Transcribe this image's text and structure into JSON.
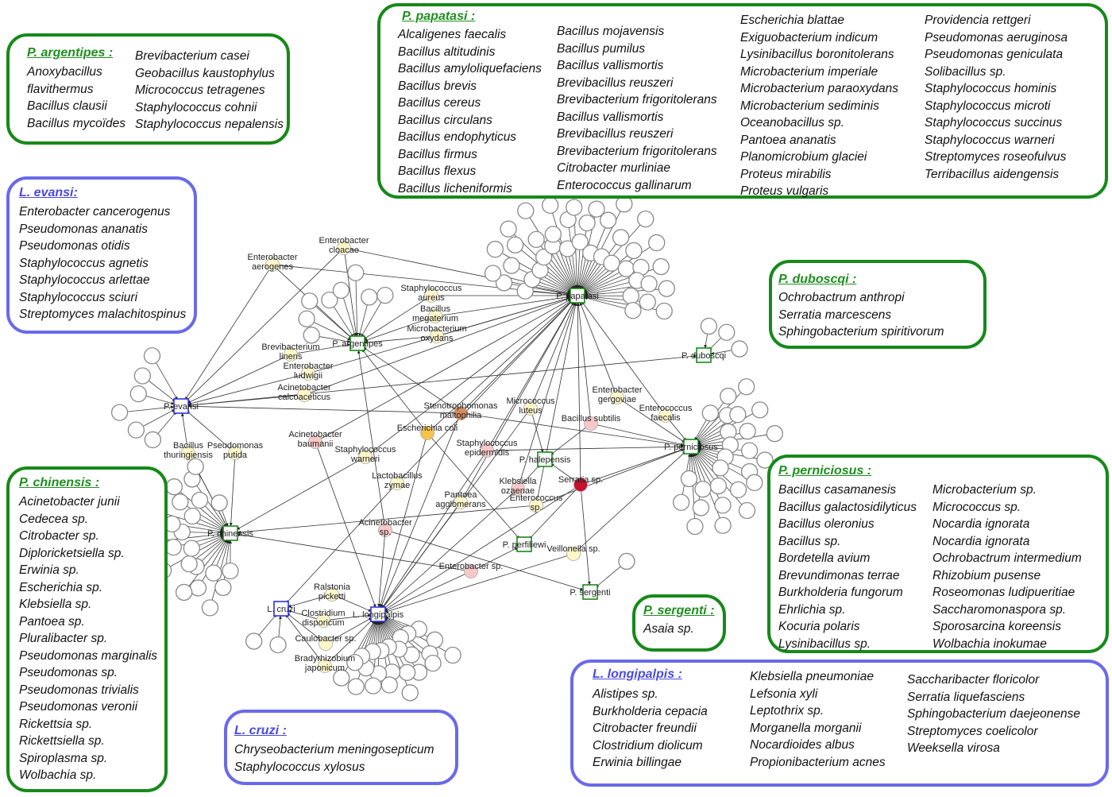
{
  "boxes": [
    {
      "id": "argentipes",
      "title": "P. argentipes :",
      "color": "#17891a",
      "columns": [
        [
          "Anoxybacillus",
          "flavithermus",
          "Bacillus clausii",
          "Bacillus mycoïdes"
        ],
        [
          "Brevibacterium casei",
          "Geobacillus kaustophylus",
          "Micrococcus tetragenes",
          "Staphylococcus cohnii",
          "Staphylococcus nepalensis"
        ]
      ]
    },
    {
      "id": "papatasi",
      "title": "P. papatasi :",
      "color": "#17891a",
      "columns": [
        [
          "Alcaligenes faecalis",
          "Bacillus altitudinis",
          "Bacillus amyloliquefaciens",
          "Bacillus brevis",
          "Bacillus cereus",
          "Bacillus circulans",
          "Bacillus endophyticus",
          "Bacillus firmus",
          "Bacillus flexus",
          "Bacillus licheniformis"
        ],
        [
          "Bacillus mojavensis",
          "Bacillus pumilus",
          "Bacillus vallismortis",
          "Brevibacillus reuszeri",
          "Brevibacterium frigoritolerans",
          "Bacillus vallismortis",
          "Brevibacillus reuszeri",
          "Brevibacterium frigoritolerans",
          "Citrobacter murliniae",
          "Enterococcus gallinarum"
        ],
        [
          "Escherichia blattae",
          "Exiguobacterium indicum",
          "Lysinibacillus boronitolerans",
          "Microbacterium imperiale",
          "Microbacterium paraoxydans",
          "Microbacterium sediminis",
          "Oceanobacillus sp.",
          "Pantoea ananatis",
          "Planomicrobium glaciei",
          "Proteus mirabilis",
          "Proteus vulgaris"
        ],
        [
          "Providencia rettgeri",
          "Pseudomonas aeruginosa",
          "Pseudomonas geniculata",
          "Solibacillus sp.",
          "Staphylococcus hominis",
          "Staphylococcus microti",
          "Staphylococcus succinus",
          "Staphylococcus warneri",
          "Streptomyces roseofulvus",
          "Terribacillus aidengensis"
        ]
      ]
    },
    {
      "id": "evansi",
      "title": "L. evansi:",
      "color": "#6a6ae8",
      "columns": [
        [
          "Enterobacter cancerogenus",
          "Pseudomonas ananatis",
          "Pseudomonas otidis",
          "Staphylococcus agnetis",
          "Staphylococcus arlettae",
          "Staphylococcus sciuri",
          "Streptomyces malachitospinus"
        ]
      ]
    },
    {
      "id": "duboscqi",
      "title": "P. duboscqi :",
      "color": "#17891a",
      "columns": [
        [
          "Ochrobactrum anthropi",
          "Serratia marcescens",
          "Sphingobacterium spiritivorum"
        ]
      ]
    },
    {
      "id": "chinensis",
      "title": "P. chinensis :",
      "color": "#17891a",
      "columns": [
        [
          "Acinetobacter junii",
          "Cedecea sp.",
          "Citrobacter sp.",
          "Diploricketsiella sp.",
          "Erwinia sp.",
          "Escherichia sp.",
          "Klebsiella sp.",
          "Pantoea sp.",
          "Pluralibacter sp.",
          "Pseudomonas marginalis",
          "Pseudomonas sp.",
          "Pseudomonas trivialis",
          "Pseudomonas veronii",
          "Rickettsia sp.",
          "Rickettsiella sp.",
          "Spiroplasma sp.",
          "Wolbachia sp."
        ]
      ]
    },
    {
      "id": "perniciosus",
      "title": "P. perniciosus :",
      "color": "#17891a",
      "columns": [
        [
          "Bacillus casamanesis",
          "Bacillus galactosidilyticus",
          "Bacillus oleronius",
          "Bacillus sp.",
          "Bordetella avium",
          "Brevundimonas terrae",
          "Burkholderia fungorum",
          "Ehrlichia sp.",
          "Kocuria polaris",
          "Lysinibacillus sp."
        ],
        [
          "Microbacterium sp.",
          "Micrococcus sp.",
          "Nocardia ignorata",
          "Nocardia ignorata",
          "Ochrobactrum intermedium",
          "Rhizobium pusense",
          "Roseomonas ludipueritiae",
          "Saccharomonaspora sp.",
          "Sporosarcina koreensis",
          "Wolbachia inokumae"
        ]
      ]
    },
    {
      "id": "sergenti",
      "title": "P. sergenti :",
      "color": "#17891a",
      "columns": [
        [
          "Asaia sp."
        ]
      ]
    },
    {
      "id": "longipalpis",
      "title": "L. longipalpis :",
      "color": "#6a6ae8",
      "columns": [
        [
          "Alistipes sp.",
          "Burkholderia cepacia",
          "Citrobacter freundii",
          "Clostridium diolicum",
          "Erwinia billingae"
        ],
        [
          "Klebsiella pneumoniae",
          "Lefsonia xyli",
          "Leptothrix sp.",
          "Morganella morganii",
          "Nocardioides albus",
          "Propionibacterium acnes"
        ],
        [
          "Saccharibacter floricolor",
          "Serratia liquefasciens",
          "Sphingobacterium daejeonense",
          "Streptomyces coelicolor",
          "Weeksella virosa"
        ]
      ]
    },
    {
      "id": "cruzi",
      "title": "L. cruzi :",
      "color": "#6a6ae8",
      "columns": [
        [
          "Chryseobacterium meningosepticum",
          "Staphylococcus xylosus"
        ]
      ]
    }
  ],
  "network": {
    "hubs": [
      {
        "id": "papatasi",
        "label": "P. papatasi",
        "color": "#17891a"
      },
      {
        "id": "argentipes",
        "label": "P. argentipes",
        "color": "#17891a"
      },
      {
        "id": "evansi",
        "label": "P. evansi",
        "color": "#3030e0"
      },
      {
        "id": "duboscqi",
        "label": "P. duboscqi",
        "color": "#17891a"
      },
      {
        "id": "perniciosus",
        "label": "P. perniciosus",
        "color": "#17891a"
      },
      {
        "id": "halepensis",
        "label": "P. halepensis",
        "color": "#17891a"
      },
      {
        "id": "chinensis",
        "label": "P. chinensis",
        "color": "#17891a"
      },
      {
        "id": "perfiliewi",
        "label": "P. perfiliewi",
        "color": "#17891a"
      },
      {
        "id": "sergenti",
        "label": "P. sergenti",
        "color": "#17891a"
      },
      {
        "id": "cruzi",
        "label": "L. cruzi",
        "color": "#3030e0"
      },
      {
        "id": "longipalpis",
        "label": "L. longipalpis",
        "color": "#3030e0"
      }
    ],
    "shared": [
      {
        "id": "ecloacae",
        "label": [
          "Enterobacter",
          "cloacae"
        ],
        "color": "#fdf6c8"
      },
      {
        "id": "eaerogenes",
        "label": [
          "Enterobacter",
          "aerogenes"
        ],
        "color": "#fdf6c8"
      },
      {
        "id": "saureus",
        "label": [
          "Staphylococcus",
          "aureus"
        ],
        "color": "#fdf6c8"
      },
      {
        "id": "bmegaterium",
        "label": [
          "Bacillus",
          "megaterium"
        ],
        "color": "#fdf6c8"
      },
      {
        "id": "moxydans",
        "label": [
          "Microbacterium",
          "oxydans"
        ],
        "color": "#fdf6c8"
      },
      {
        "id": "blinens",
        "label": [
          "Brevibacterium",
          "linens"
        ],
        "color": "#fdf6c8"
      },
      {
        "id": "eludwigii",
        "label": [
          "Enterobacter",
          "ludwigii"
        ],
        "color": "#fdf6c8"
      },
      {
        "id": "acalco",
        "label": [
          "Acinetobacter",
          "calcoaceticus"
        ],
        "color": "#fdf6c8"
      },
      {
        "id": "smalto",
        "label": [
          "Stenotrophomonas",
          "maltophilia"
        ],
        "color": "#d88a5e"
      },
      {
        "id": "ecoli",
        "label": [
          "Escherichia coli"
        ],
        "color": "#f6c24e"
      },
      {
        "id": "mluteus",
        "label": [
          "Micrococcus",
          "luteus"
        ],
        "color": "#fdf6c8"
      },
      {
        "id": "egergoviae",
        "label": [
          "Enterobacter",
          "gergoviae"
        ],
        "color": "#fdf6c8"
      },
      {
        "id": "efaecalis",
        "label": [
          "Enterococcus",
          "faecalis"
        ],
        "color": "#fdf6c8"
      },
      {
        "id": "bsubtilis",
        "label": [
          "Bacillus subtilis"
        ],
        "color": "#f8c8c8"
      },
      {
        "id": "abaumanii",
        "label": [
          "Acinetobacter",
          "baumanii"
        ],
        "color": "#f8c8c8"
      },
      {
        "id": "swarneri",
        "label": [
          "Staphylococcus",
          "warneri"
        ],
        "color": "#fdf6c8"
      },
      {
        "id": "sepidermidis",
        "label": [
          "Staphylococcus",
          "epidermidis"
        ],
        "color": "#f8c8c8"
      },
      {
        "id": "bthur",
        "label": [
          "Bacillus",
          "thuringiensis"
        ],
        "color": "#fdf6c8"
      },
      {
        "id": "pputida",
        "label": [
          "Pseudomonas",
          "putida"
        ],
        "color": "#fdf6c8"
      },
      {
        "id": "lzymae",
        "label": [
          "Lactobacillus",
          "zymae"
        ],
        "color": "#fdf6c8"
      },
      {
        "id": "kozaenae",
        "label": [
          "Klebsiella",
          "ozaenae"
        ],
        "color": "#f8c8c8"
      },
      {
        "id": "serratia",
        "label": [
          "Serratia sp."
        ],
        "color": "#c8102e"
      },
      {
        "id": "pantoea",
        "label": [
          "Pantoea",
          "agglomerans"
        ],
        "color": "#fdf6c8"
      },
      {
        "id": "enterococcus",
        "label": [
          "Enterococcus",
          "sp."
        ],
        "color": "#fdf6c8"
      },
      {
        "id": "acinetobacter",
        "label": [
          "Acinetobacter",
          "sp."
        ],
        "color": "#f8c8c8"
      },
      {
        "id": "veillonella",
        "label": [
          "Veillonella sp."
        ],
        "color": "#fdf6c8"
      },
      {
        "id": "enterobacter",
        "label": [
          "Enterobacter sp."
        ],
        "color": "#f8c8c8"
      },
      {
        "id": "ralstonia",
        "label": [
          "Ralstonia",
          "picketti"
        ],
        "color": "#fdf6c8"
      },
      {
        "id": "clostridium",
        "label": [
          "Clostridium",
          "disporicum"
        ],
        "color": "#fdf6c8"
      },
      {
        "id": "caulobacter",
        "label": [
          "Caulobacter sp."
        ],
        "color": "#fdf6c8"
      },
      {
        "id": "bradyrhizobium",
        "label": [
          "Bradyrhizobium",
          "japonicum"
        ],
        "color": "#fdf6c8"
      }
    ],
    "edges": [
      [
        "ecloacae",
        "papatasi"
      ],
      [
        "ecloacae",
        "argentipes"
      ],
      [
        "ecloacae",
        "evansi"
      ],
      [
        "eaerogenes",
        "papatasi"
      ],
      [
        "eaerogenes",
        "evansi"
      ],
      [
        "eaerogenes",
        "argentipes"
      ],
      [
        "saureus",
        "papatasi"
      ],
      [
        "saureus",
        "argentipes"
      ],
      [
        "bmegaterium",
        "papatasi"
      ],
      [
        "bmegaterium",
        "argentipes"
      ],
      [
        "moxydans",
        "papatasi"
      ],
      [
        "moxydans",
        "argentipes"
      ],
      [
        "blinens",
        "argentipes"
      ],
      [
        "blinens",
        "evansi"
      ],
      [
        "eludwigii",
        "papatasi"
      ],
      [
        "eludwigii",
        "evansi"
      ],
      [
        "acalco",
        "papatasi"
      ],
      [
        "acalco",
        "evansi"
      ],
      [
        "smalto",
        "papatasi"
      ],
      [
        "smalto",
        "argentipes"
      ],
      [
        "smalto",
        "perniciosus"
      ],
      [
        "smalto",
        "longipalpis"
      ],
      [
        "smalto",
        "evansi"
      ],
      [
        "ecoli",
        "papatasi"
      ],
      [
        "ecoli",
        "argentipes"
      ],
      [
        "ecoli",
        "longipalpis"
      ],
      [
        "ecoli",
        "perfiliewi"
      ],
      [
        "mluteus",
        "papatasi"
      ],
      [
        "mluteus",
        "halepensis"
      ],
      [
        "mluteus",
        "longipalpis"
      ],
      [
        "egergoviae",
        "papatasi"
      ],
      [
        "egergoviae",
        "perniciosus"
      ],
      [
        "efaecalis",
        "papatasi"
      ],
      [
        "efaecalis",
        "perniciosus"
      ],
      [
        "bsubtilis",
        "papatasi"
      ],
      [
        "bsubtilis",
        "halepensis"
      ],
      [
        "bsubtilis",
        "perniciosus"
      ],
      [
        "abaumanii",
        "papatasi"
      ],
      [
        "abaumanii",
        "longipalpis"
      ],
      [
        "swarneri",
        "papatasi"
      ],
      [
        "swarneri",
        "chinensis"
      ],
      [
        "sepidermidis",
        "papatasi"
      ],
      [
        "sepidermidis",
        "perniciosus"
      ],
      [
        "sepidermidis",
        "longipalpis"
      ],
      [
        "bthur",
        "evansi"
      ],
      [
        "bthur",
        "chinensis"
      ],
      [
        "pputida",
        "evansi"
      ],
      [
        "pputida",
        "chinensis"
      ],
      [
        "lzymae",
        "papatasi"
      ],
      [
        "lzymae",
        "cruzi"
      ],
      [
        "kozaenae",
        "papatasi"
      ],
      [
        "kozaenae",
        "halepensis"
      ],
      [
        "kozaenae",
        "longipalpis"
      ],
      [
        "serratia",
        "halepensis"
      ],
      [
        "serratia",
        "perfiliewi"
      ],
      [
        "serratia",
        "sergenti"
      ],
      [
        "serratia",
        "perniciosus"
      ],
      [
        "serratia",
        "longipalpis"
      ],
      [
        "serratia",
        "papatasi"
      ],
      [
        "pantoea",
        "papatasi"
      ],
      [
        "pantoea",
        "longipalpis"
      ],
      [
        "enterococcus",
        "chinensis"
      ],
      [
        "enterococcus",
        "perniciosus"
      ],
      [
        "enterococcus",
        "papatasi"
      ],
      [
        "acinetobacter",
        "longipalpis"
      ],
      [
        "acinetobacter",
        "sergenti"
      ],
      [
        "acinetobacter",
        "argentipes"
      ],
      [
        "veillonella",
        "longipalpis"
      ],
      [
        "veillonella",
        "perniciosus"
      ],
      [
        "enterobacter",
        "perfiliewi"
      ],
      [
        "enterobacter",
        "chinensis"
      ],
      [
        "enterobacter",
        "longipalpis"
      ],
      [
        "ralstonia",
        "cruzi"
      ],
      [
        "ralstonia",
        "longipalpis"
      ],
      [
        "clostridium",
        "cruzi"
      ],
      [
        "clostridium",
        "longipalpis"
      ],
      [
        "caulobacter",
        "cruzi"
      ],
      [
        "caulobacter",
        "longipalpis"
      ],
      [
        "bradyrhizobium",
        "cruzi"
      ],
      [
        "bradyrhizobium",
        "longipalpis"
      ],
      [
        "evansi",
        "duboscqi"
      ]
    ]
  }
}
